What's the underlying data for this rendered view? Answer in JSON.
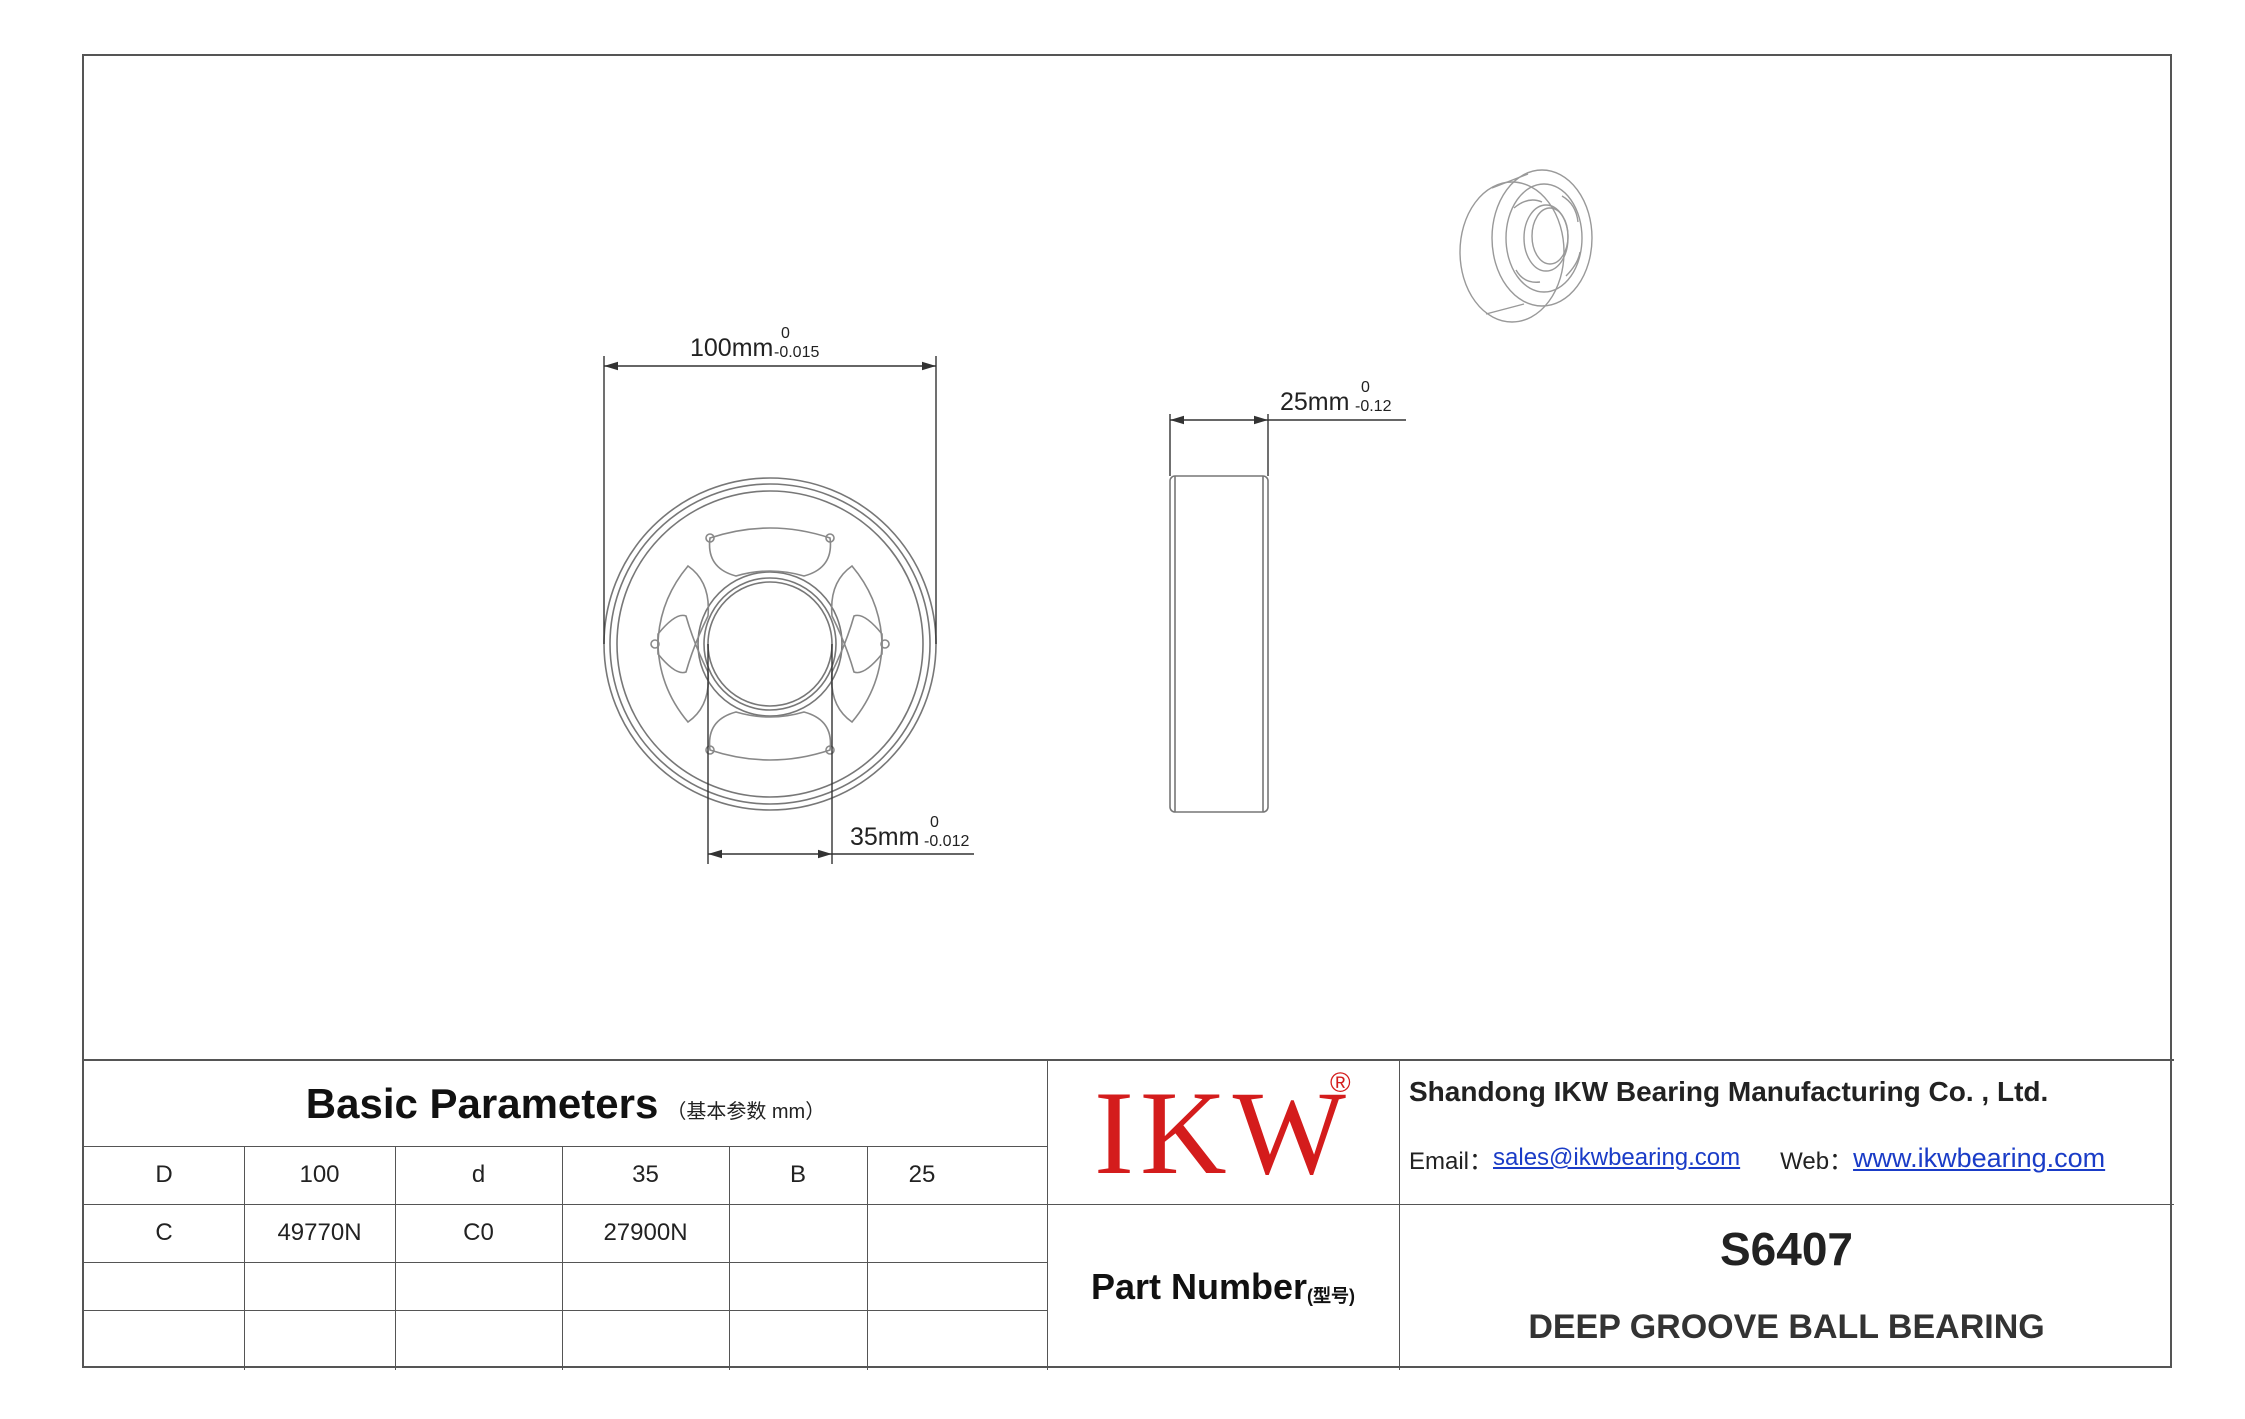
{
  "dimensions": {
    "outer": {
      "label": "100mm",
      "upper": "0",
      "lower": "-0.015"
    },
    "width": {
      "label": "25mm",
      "upper": "0",
      "lower": "-0.12"
    },
    "inner": {
      "label": "35mm",
      "upper": "0",
      "lower": "-0.012"
    }
  },
  "params": {
    "title": "Basic Parameters",
    "subtitle": "（基本参数 mm）",
    "row1": [
      "D",
      "100",
      "d",
      "35",
      "B",
      "25"
    ],
    "row2": [
      "C",
      "49770N",
      "C0",
      "27900N",
      "",
      ""
    ]
  },
  "logo": {
    "text": "IKW",
    "mark": "®",
    "color": "#d41c1c"
  },
  "company": {
    "name": "Shandong IKW Bearing Manufacturing Co. , Ltd.",
    "email_label": "Email：",
    "email": "sales@ikwbearing.com",
    "web_label": "Web：",
    "web": "www.ikwbearing.com"
  },
  "part": {
    "label": "Part Number",
    "label_sub": "(型号)",
    "number": "S6407",
    "description": "DEEP GROOVE BALL BEARING"
  }
}
